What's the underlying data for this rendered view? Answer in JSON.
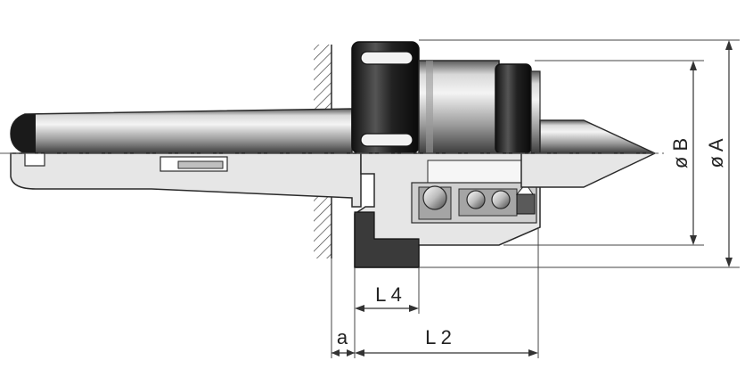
{
  "diagram": {
    "dimensions": {
      "diameter_a": "ø A",
      "diameter_b": "ø B",
      "length_4": "L 4",
      "length_2": "L 2",
      "offset_a": "a"
    }
  },
  "colors": {
    "outline": "#2a2a2a",
    "section_fill": "#e4e4e4",
    "hatch": "#555555",
    "dim_line": "#333333"
  }
}
